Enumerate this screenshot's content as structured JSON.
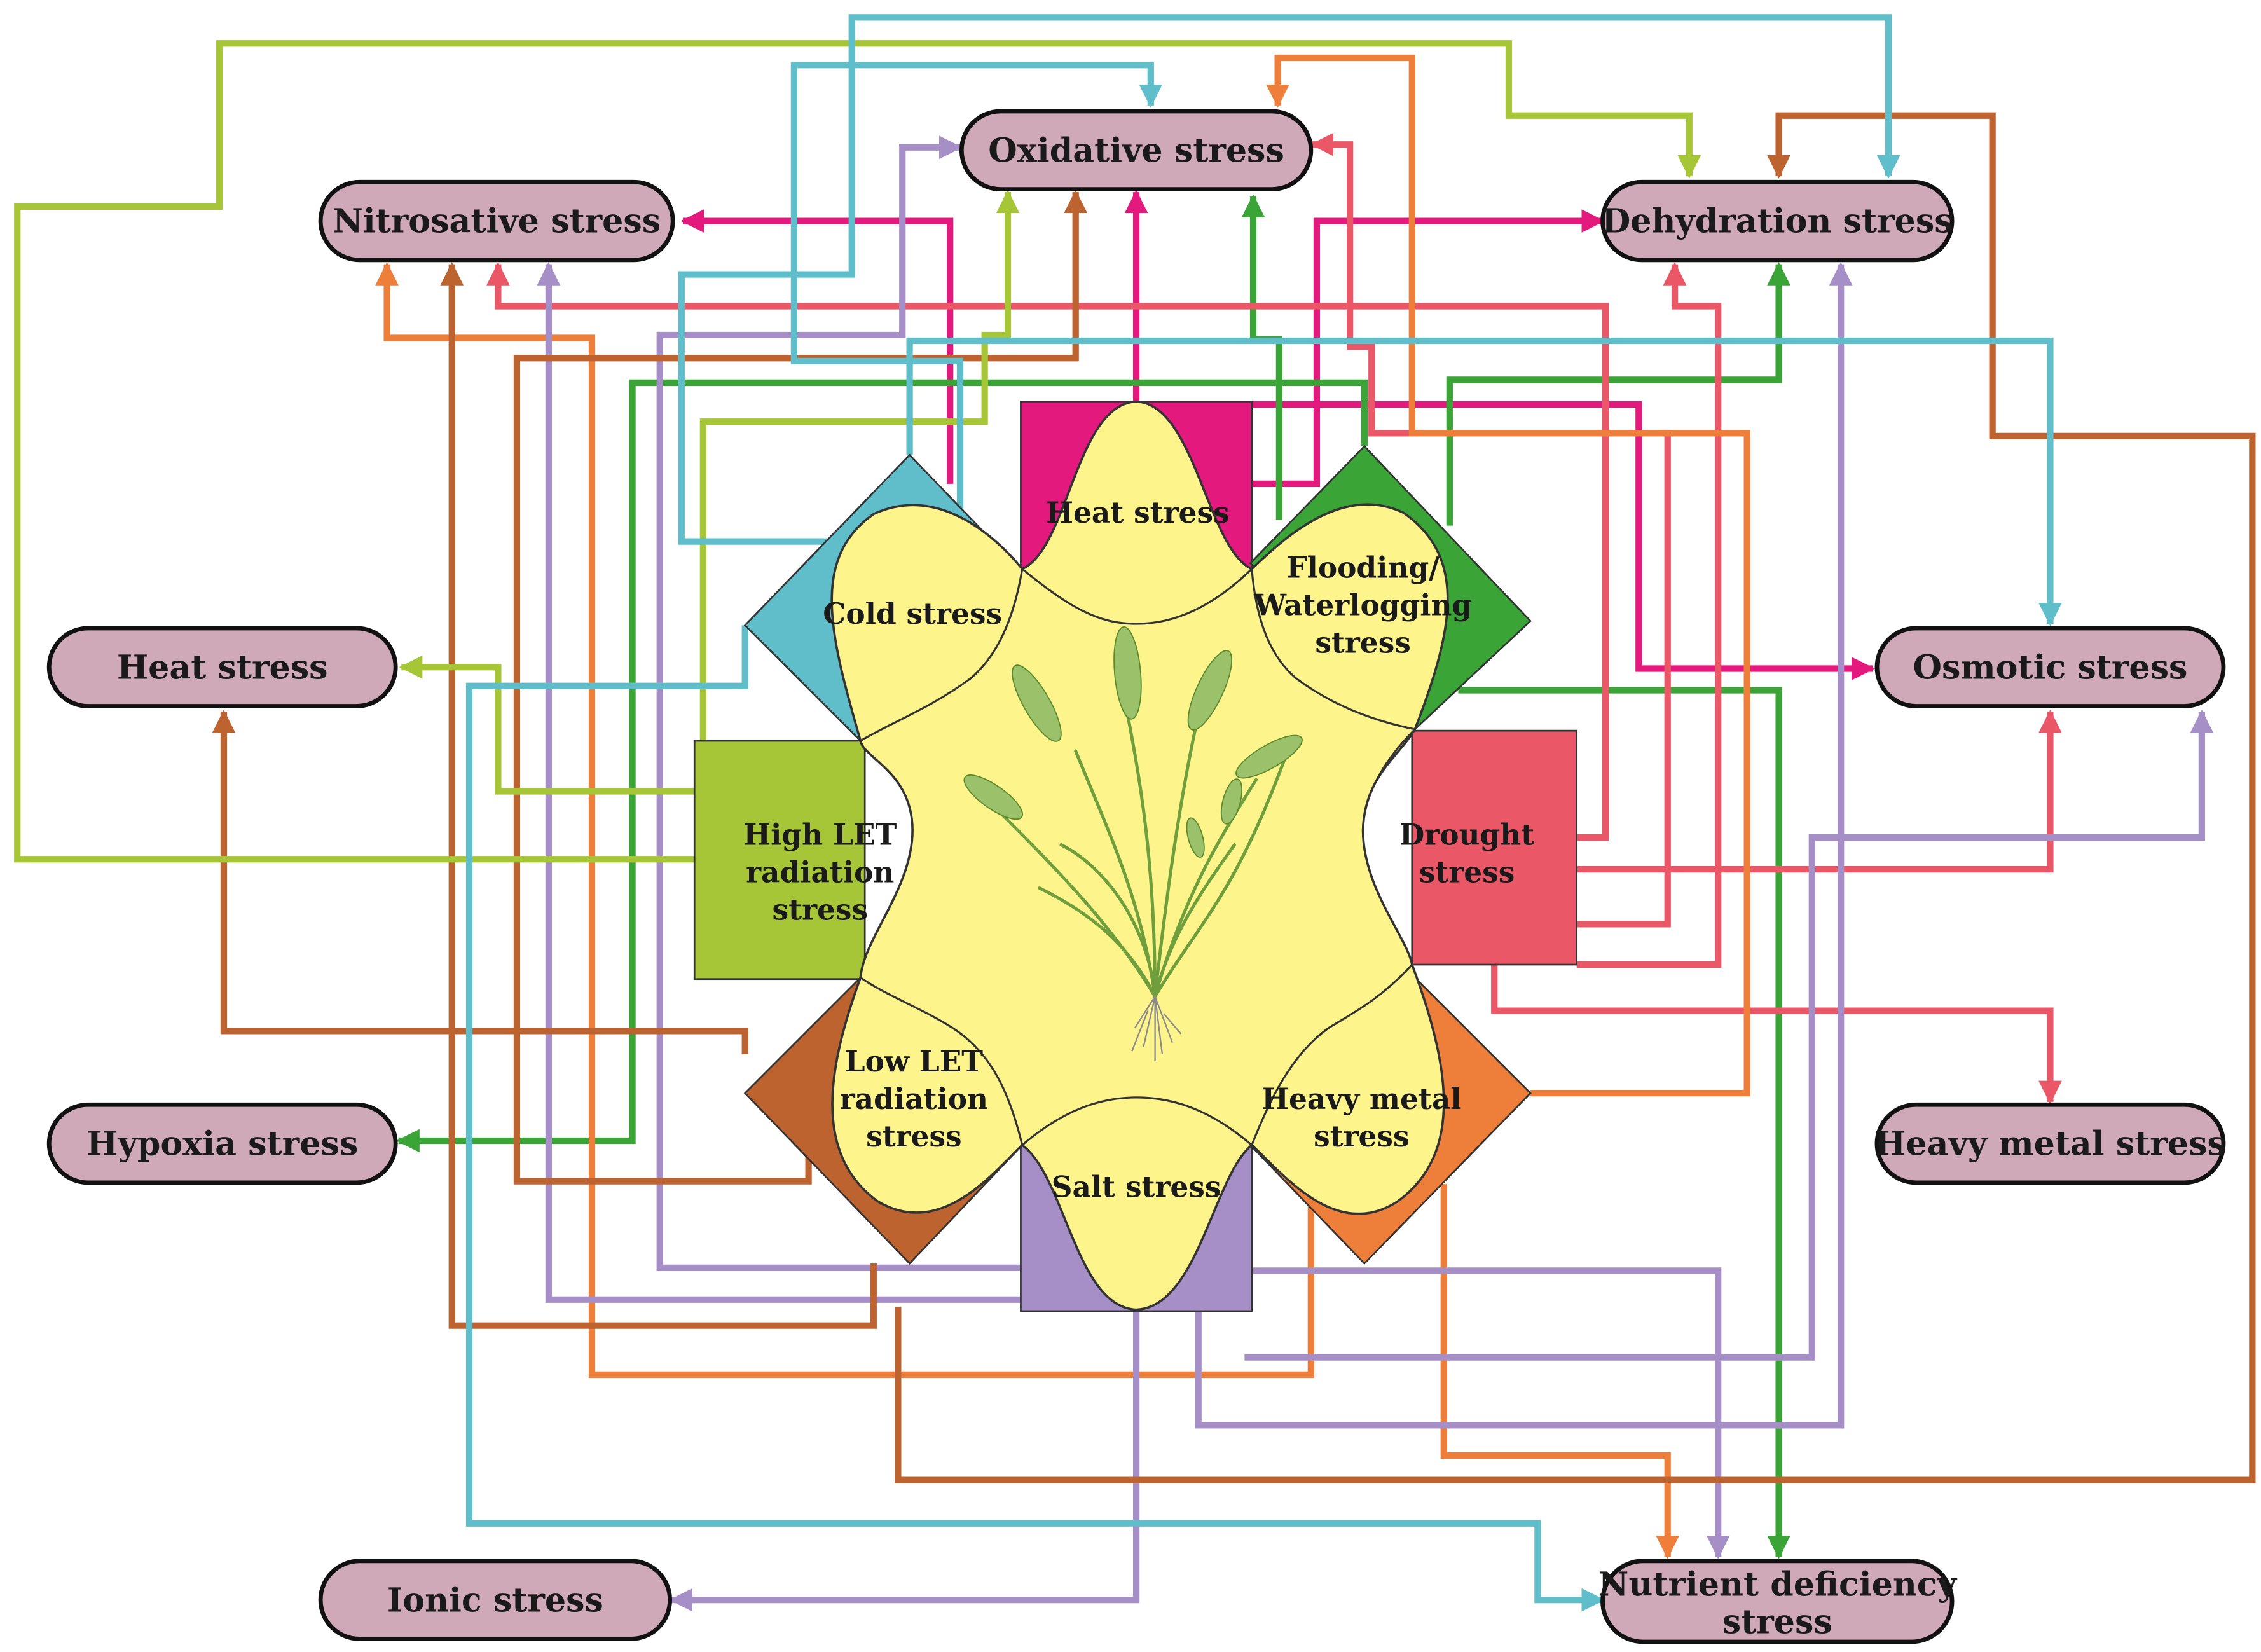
{
  "center_stresses": {
    "heat": [
      "Heat stress"
    ],
    "flooding": [
      "Flooding/",
      "Waterlogging",
      "stress"
    ],
    "drought": [
      "Drought",
      "stress"
    ],
    "heavy_metal": [
      "Heavy metal",
      "stress"
    ],
    "salt": [
      "Salt stress"
    ],
    "low_let": [
      "Low LET",
      "radiation",
      "stress"
    ],
    "high_let": [
      "High LET",
      "radiation",
      "stress"
    ],
    "cold": [
      "Cold stress"
    ]
  },
  "outcomes": {
    "nitrosative": [
      "Nitrosative stress"
    ],
    "oxidative": [
      "Oxidative stress"
    ],
    "dehydration": [
      "Dehydration stress"
    ],
    "heat": [
      "Heat stress"
    ],
    "osmotic": [
      "Osmotic stress"
    ],
    "hypoxia": [
      "Hypoxia stress"
    ],
    "heavy_metal": [
      "Heavy metal stress"
    ],
    "ionic": [
      "Ionic stress"
    ],
    "nutrient": [
      "Nutrient deficiency",
      "stress"
    ]
  },
  "colors": {
    "heat": "#e4197e",
    "flooding": "#3aa536",
    "drought": "#ea5868",
    "heavy_metal": "#ee7f3a",
    "salt": "#a58fc6",
    "low_let": "#bd6330",
    "high_let": "#a6c637",
    "cold": "#5fbec9",
    "petal": "#fdf48c",
    "pill": "#cfa9b7"
  },
  "icons": {
    "plant": "wheat-plant-icon"
  }
}
